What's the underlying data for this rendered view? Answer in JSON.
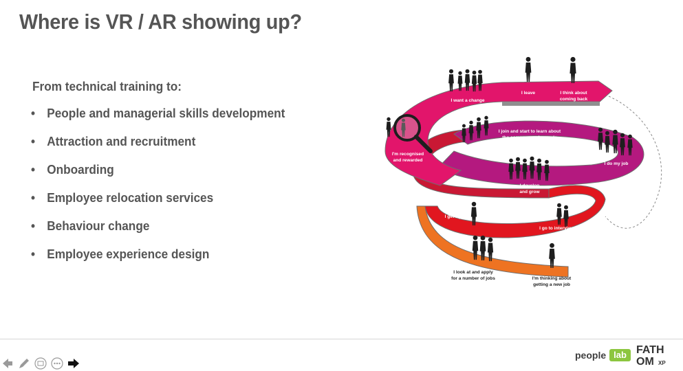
{
  "slide": {
    "title": "Where is VR / AR showing up?",
    "intro": "From technical training to:",
    "bullet_symbol": "•",
    "bullets": [
      "People and managerial skills development",
      "Attraction and recruitment",
      "Onboarding",
      "Employee relocation services",
      "Behaviour change",
      "Employee experience design"
    ]
  },
  "journey": {
    "labels": {
      "want_change": "I want a change",
      "leave": "I leave",
      "think_back_1": "I think about",
      "think_back_2": "coming back",
      "join_1": "I join and start to learn about",
      "join_2": "the company and my role",
      "recognised_1": "I'm recognised",
      "recognised_2": "and rewarded",
      "do_job": "I do my job",
      "develop_1": "I develop",
      "develop_2": "and grow",
      "get_job": "I get a job",
      "interviews": "I go to interviews",
      "apply_1": "I look at and apply",
      "apply_2": "for a number of jobs",
      "thinking_1": "I'm thinking about",
      "thinking_2": "getting a new job"
    },
    "colors": {
      "magenta": "#e2156b",
      "purple": "#b4197f",
      "red": "#e1161f",
      "orange": "#ee7322",
      "edge": "#6e6e6e"
    }
  },
  "footer": {
    "people_logo": "people",
    "lab_logo": "lab",
    "fathom_line1": "FATH",
    "fathom_line2": "OM",
    "fathom_xp": "XP"
  }
}
